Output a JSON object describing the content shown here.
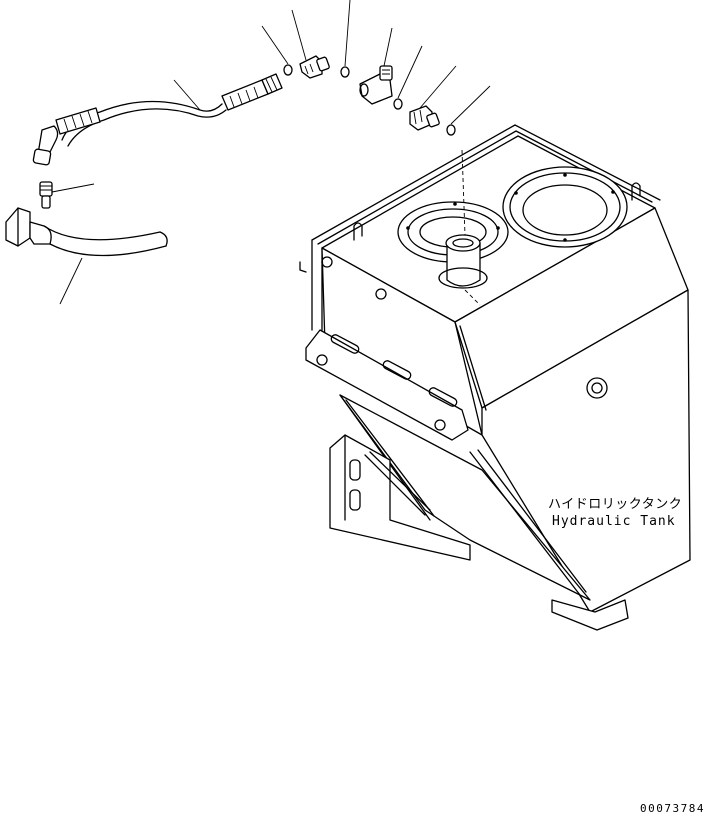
{
  "label": {
    "jp": "ハイドロリックタンク",
    "en": "Hydraulic Tank"
  },
  "figure_number": "00073784"
}
